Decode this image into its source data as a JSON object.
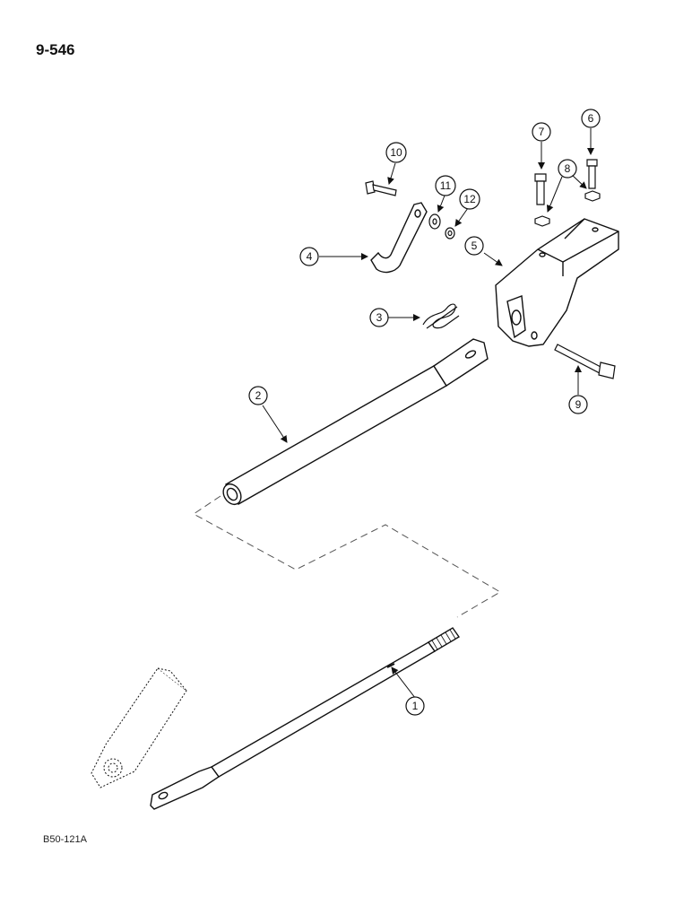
{
  "header": {
    "page_number": "9-546"
  },
  "footer": {
    "drawing_code": "B50-121A"
  },
  "callouts": [
    {
      "id": "callout-1",
      "label": "1"
    },
    {
      "id": "callout-2",
      "label": "2"
    },
    {
      "id": "callout-3",
      "label": "3"
    },
    {
      "id": "callout-4",
      "label": "4"
    },
    {
      "id": "callout-5",
      "label": "5"
    },
    {
      "id": "callout-6",
      "label": "6"
    },
    {
      "id": "callout-7",
      "label": "7"
    },
    {
      "id": "callout-8",
      "label": "8"
    },
    {
      "id": "callout-9",
      "label": "9"
    },
    {
      "id": "callout-10",
      "label": "10"
    },
    {
      "id": "callout-11",
      "label": "11"
    },
    {
      "id": "callout-12",
      "label": "12"
    }
  ],
  "colors": {
    "ink": "#111111",
    "shade": "#9a9a9a",
    "background": "#ffffff"
  }
}
